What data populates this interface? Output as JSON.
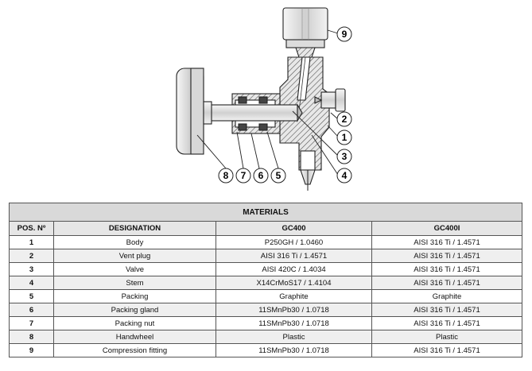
{
  "diagram": {
    "callouts": [
      "9",
      "2",
      "1",
      "3",
      "4",
      "8",
      "7",
      "6",
      "5"
    ]
  },
  "materials": {
    "title": "MATERIALS",
    "headers": [
      "POS. Nº",
      "DESIGNATION",
      "GC400",
      "GC400I"
    ],
    "rows": [
      [
        "1",
        "Body",
        "P250GH / 1.0460",
        "AISI 316 Ti / 1.4571"
      ],
      [
        "2",
        "Vent plug",
        "AISI 316 Ti / 1.4571",
        "AISI 316 Ti / 1.4571"
      ],
      [
        "3",
        "Valve",
        "AISI 420C / 1.4034",
        "AISI 316 Ti / 1.4571"
      ],
      [
        "4",
        "Stem",
        "X14CrMoS17 / 1.4104",
        "AISI 316 Ti / 1.4571"
      ],
      [
        "5",
        "Packing",
        "Graphite",
        "Graphite"
      ],
      [
        "6",
        "Packing gland",
        "11SMnPb30 / 1.0718",
        "AISI 316 Ti / 1.4571"
      ],
      [
        "7",
        "Packing nut",
        "11SMnPb30 / 1.0718",
        "AISI 316 Ti / 1.4571"
      ],
      [
        "8",
        "Handwheel",
        "Plastic",
        "Plastic"
      ],
      [
        "9",
        "Compression fitting",
        "11SMnPb30 / 1.0718",
        "AISI 316 Ti / 1.4571"
      ]
    ]
  }
}
